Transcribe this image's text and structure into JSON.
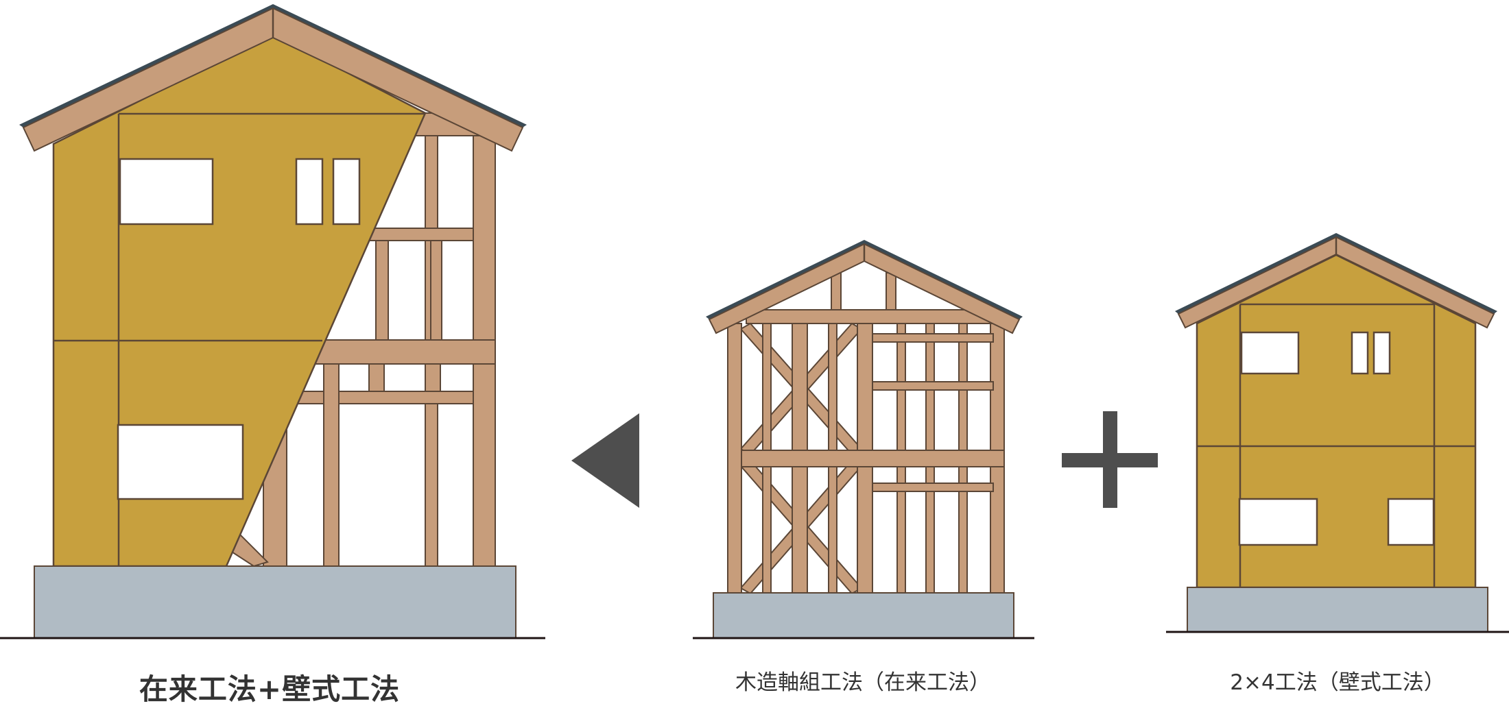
{
  "colors": {
    "panel": "#C7A03E",
    "timber": "#C79D7B",
    "roof_edge": "#3B4B55",
    "foundation": "#B0BBC4",
    "stroke": "#5B4636",
    "symbol": "#4E4E4E",
    "ground": "#1F1414"
  },
  "captions": {
    "hybrid": "在来工法+壁式工法",
    "post_beam": "木造軸組工法（在来工法）",
    "two_by_four": "2×4工法（壁式工法）"
  },
  "symbols": {
    "combine": "plus-icon",
    "result": "arrow-left-icon"
  }
}
